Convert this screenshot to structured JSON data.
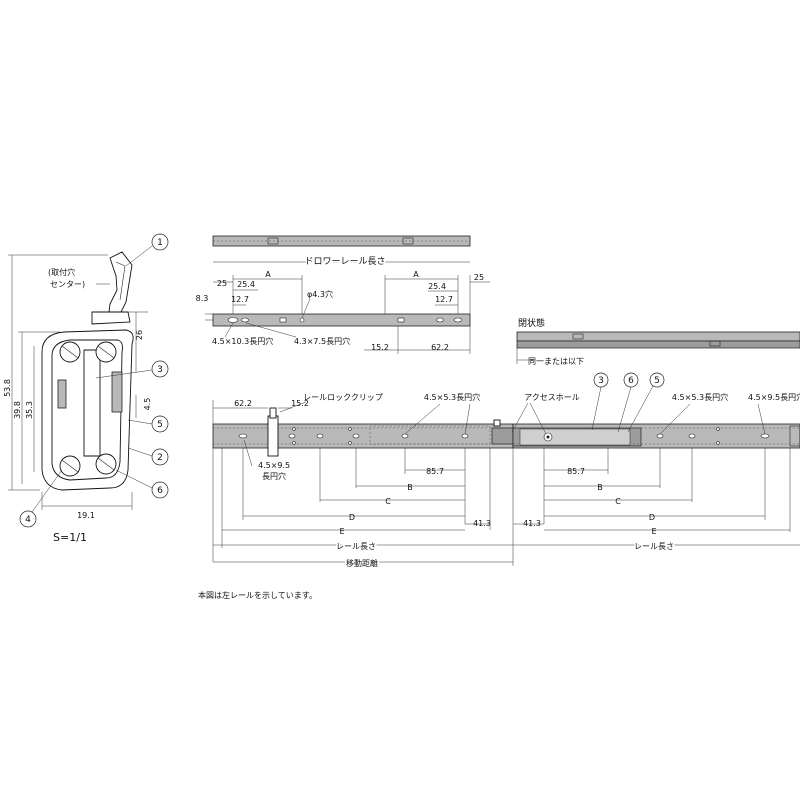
{
  "section": {
    "dims": {
      "h53_8": "53.8",
      "h39_8": "39.8",
      "h35_3": "35.3",
      "h26": "26",
      "h4_5": "4.5",
      "w19_1": "19.1"
    },
    "mount_note_line1": "(取付穴",
    "mount_note_line2": "センター)",
    "scale": "S=1/1",
    "callouts": [
      "1",
      "3",
      "5",
      "2",
      "6",
      "4"
    ]
  },
  "drawer_rail": {
    "length_label": "ドロワーレール長さ",
    "dims": {
      "d25_left": "25",
      "d25_right": "25",
      "A_left": "A",
      "A_right": "A",
      "d25_4_left": "25.4",
      "d25_4_right": "25.4",
      "d12_7_left": "12.7",
      "d12_7_right": "12.7",
      "d8_3": "8.3",
      "d15_2": "15.2",
      "d62_2": "62.2"
    },
    "hole_phi": "φ4.3穴",
    "slot1": "4.5×10.3長円穴",
    "slot2": "4.3×7.5長円穴"
  },
  "closed_state": {
    "title": "閉状態",
    "note": "同一または以下"
  },
  "main_rail": {
    "left": {
      "d62_2": "62.2",
      "d15_2": "15.2",
      "clip_label": "レールロッククリップ",
      "slot_53": "4.5×5.3長円穴",
      "slot_95_line1": "4.5×9.5",
      "slot_95_line2": "長円穴",
      "d85_7": "85.7",
      "B": "B",
      "C": "C",
      "D": "D",
      "E": "E",
      "d41_3": "41.3",
      "rail_len": "レール長さ"
    },
    "right": {
      "access_hole": "アクセスホール",
      "slot_53": "4.5×5.3長円穴",
      "slot_95": "4.5×9.5長円穴",
      "callouts": [
        "3",
        "6",
        "5"
      ],
      "d85_7": "85.7",
      "B": "B",
      "C": "C",
      "D": "D",
      "E": "E",
      "d41_3": "41.3",
      "rail_len": "レール長さ"
    },
    "travel": "移動距離"
  },
  "footnote": "本図は左レールを示しています。"
}
